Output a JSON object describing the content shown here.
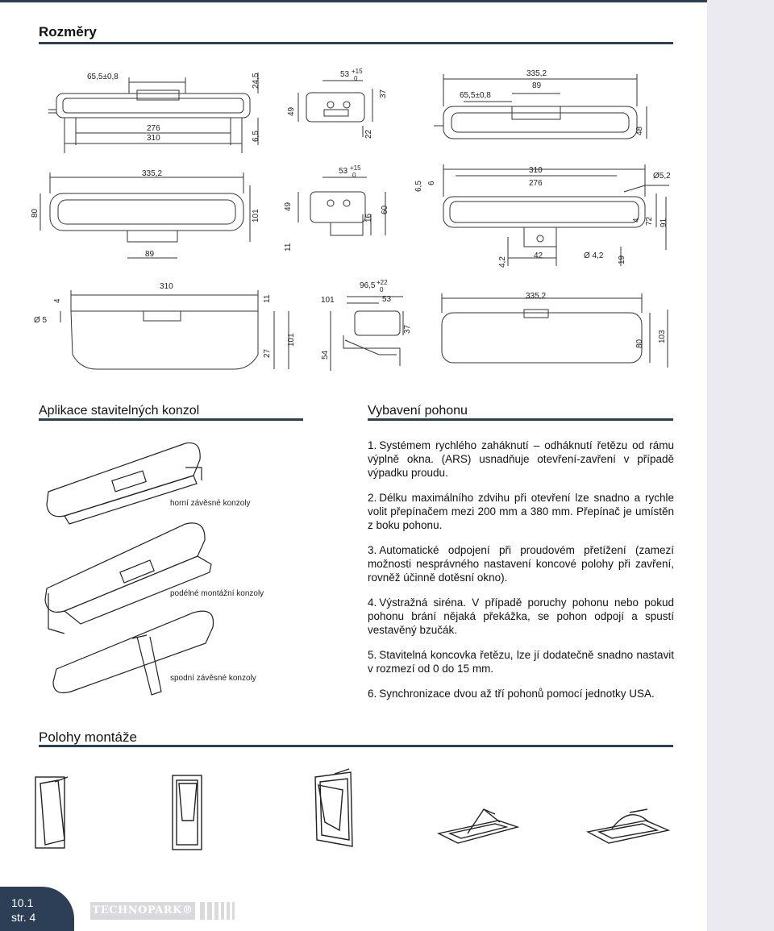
{
  "sections": {
    "dimensions": "Rozměry",
    "consoles": "Aplikace stavitelných konzol",
    "equipment": "Vybavení pohonu",
    "positions": "Polohy montáže"
  },
  "dimension_labels": {
    "v1_top_a": "65,5±0,8",
    "v1_top_b": "24,5",
    "v1_bottom_a": "276",
    "v1_bottom_b": "310",
    "v1_side_a": "6,5",
    "v2_top": "53",
    "v2_tol_plus": "+15",
    "v2_tol_zero": "0",
    "v2_left": "49",
    "v2_right": "37",
    "v2_bottom": "22",
    "v3_top_a": "335,2",
    "v3_top_b": "89",
    "v3_top_c": "65,5±0,8",
    "v3_right": "48",
    "v4_top": "335,2",
    "v4_left": "80",
    "v4_right": "101",
    "v4_bottom": "89",
    "v5_top": "53",
    "v5_tol_plus": "+15",
    "v5_tol_zero": "0",
    "v5_left": "49",
    "v5_right_a": "16",
    "v5_right_b": "60",
    "v5_bottom": "11",
    "v6_top_a": "310",
    "v6_top_b": "276",
    "v6_left_a": "6,5",
    "v6_left_b": "6",
    "v6_hole": "Ø5,2",
    "v6_right_a": "4",
    "v6_right_b": "72",
    "v6_right_c": "91",
    "v6_bottom_a": "4,2",
    "v6_bottom_b": "42",
    "v6_bottom_c": "Ø 4,2",
    "v6_bottom_d": "19",
    "v7_top": "310",
    "v7_left_a": "4",
    "v7_left_hole": "Ø 5",
    "v7_right_a": "11",
    "v7_right_b": "27",
    "v7_right_c": "101",
    "v8_top_a": "96,5",
    "v8_tol_plus": "+22",
    "v8_tol_zero": "0",
    "v8_top_b": "53",
    "v8_left_a": "101",
    "v8_left_b": "54",
    "v8_right": "37",
    "v9_top": "335,2",
    "v9_right_a": "80",
    "v9_right_b": "103"
  },
  "console_labels": [
    "horní závěsné konzoly",
    "podélné montážní konzoly",
    "spodní závěsné konzoly"
  ],
  "features": [
    {
      "num": "1.",
      "text": "Systémem rychlého zaháknutí – odháknutí řetězu od rámu výplně okna. (ARS) usnadňuje otevření-zavření v případě výpadku proudu."
    },
    {
      "num": "2.",
      "text": "Délku maximálního zdvihu při otevření lze snadno a rychle volit přepínačem mezi 200 mm a 380 mm. Přepínač je umístěn z boku pohonu."
    },
    {
      "num": "3.",
      "text": "Automatické odpojení při proudovém přetížení (zamezí možnosti nesprávného nastavení koncové polohy při zavření, rovněž účinně dotěsní okno)."
    },
    {
      "num": "4.",
      "text": "Výstražná siréna. V případě poruchy pohonu nebo pokud pohonu brání nějaká překážka, se pohon odpojí a spustí vestavěný bzučák."
    },
    {
      "num": "5.",
      "text": "Stavitelná koncovka řetězu, lze jí dodatečně snadno nastavit v rozmezí od 0 do 15 mm."
    },
    {
      "num": "6.",
      "text": "Synchronizace dvou až tří pohonů pomocí jednotky USA."
    }
  ],
  "footer": {
    "page_section": "10.1",
    "page_number": "str. 4",
    "brand": "TECHNOPARK®"
  },
  "colors": {
    "accent": "#2d3e57",
    "sidebar": "#eaeaf0"
  }
}
